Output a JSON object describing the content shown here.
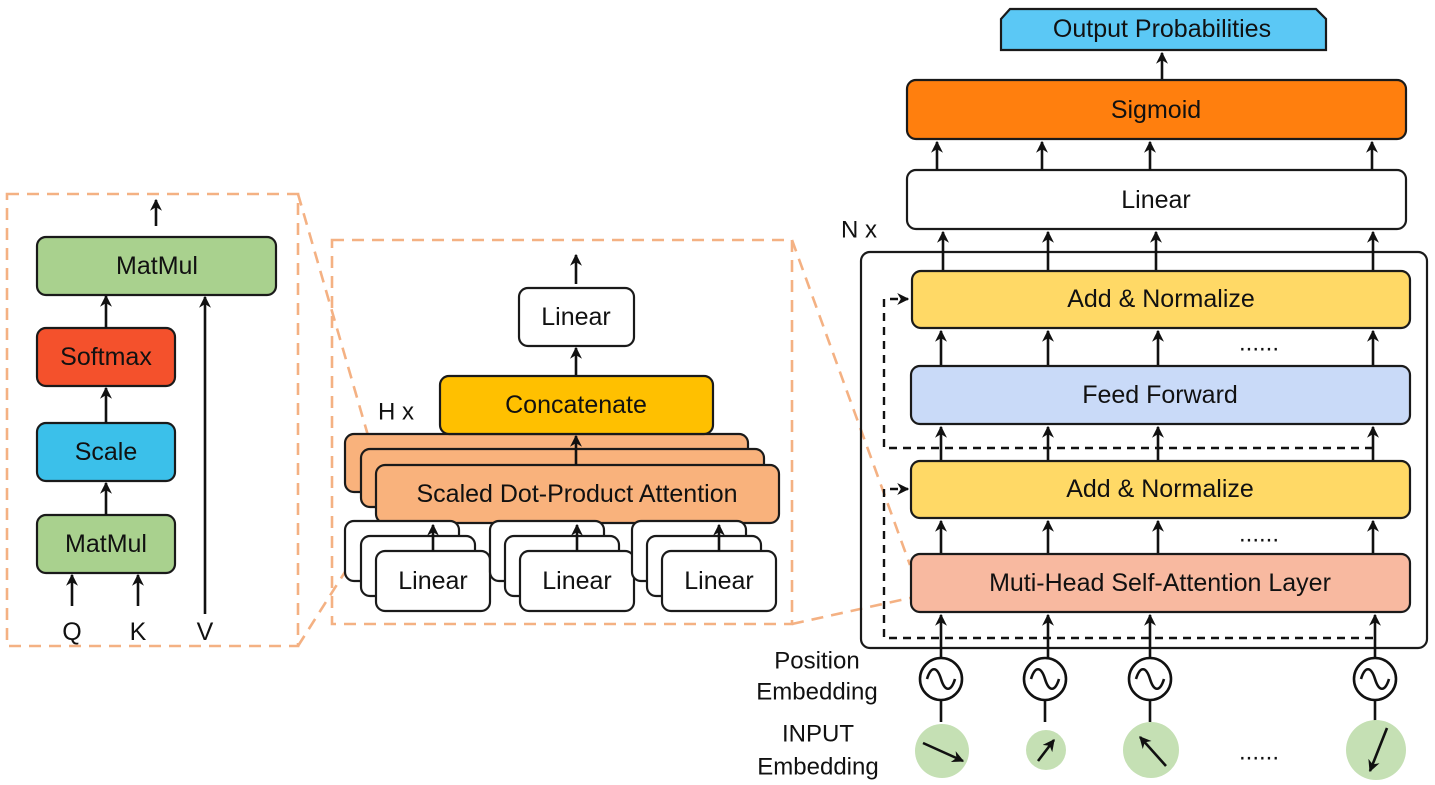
{
  "colors": {
    "matmul": "#a9d18e",
    "softmax": "#f4512c",
    "scale": "#3bc0ea",
    "attention": "#f9b27c",
    "concatenate": "#ffc000",
    "sigmoid": "#ff7f0e",
    "output": "#5bc8f5",
    "add_norm": "#ffd966",
    "feed_forward": "#c9daf8",
    "mhsa": "#f8b9a0",
    "embedding_circle": "#c5e0b4",
    "zoom_outline": "#f4b183"
  },
  "left": {
    "matmul_top": "MatMul",
    "softmax": "Softmax",
    "scale": "Scale",
    "matmul_bottom": "MatMul",
    "input_q": "Q",
    "input_k": "K",
    "input_v": "V"
  },
  "middle": {
    "linear_top": "Linear",
    "concatenate": "Concatenate",
    "heads_label": "H x",
    "attention": "Scaled Dot-Product Attention",
    "linear_q": "Linear",
    "linear_k": "Linear",
    "linear_v": "Linear"
  },
  "right": {
    "output": "Output Probabilities",
    "sigmoid": "Sigmoid",
    "linear": "Linear",
    "layers_label": "N x",
    "add_norm_top": "Add & Normalize",
    "ellipsis_top": "......",
    "feed_forward": "Feed Forward",
    "add_norm_bottom": "Add & Normalize",
    "ellipsis_mid": "......",
    "mhsa": "Muti-Head Self-Attention Layer",
    "position_embedding_line1": "Position",
    "position_embedding_line2": "Embedding",
    "input_embedding_line1": "INPUT",
    "input_embedding_line2": "Embedding",
    "ellipsis_bottom": "......"
  }
}
